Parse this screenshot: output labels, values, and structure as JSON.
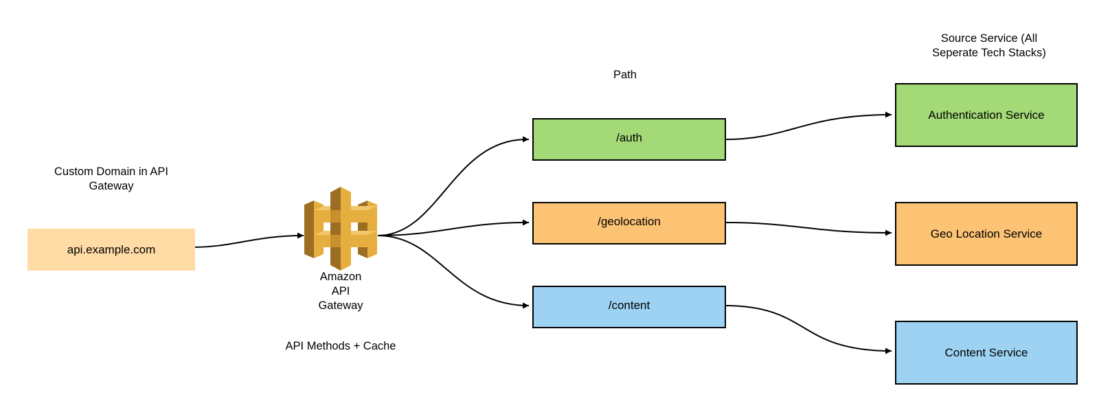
{
  "labels": {
    "custom_domain": "Custom Domain in API\nGateway",
    "gateway_name": "Amazon\nAPI\nGateway",
    "methods": "API Methods + Cache",
    "path_header": "Path",
    "source_header": "Source Service (All\nSeperate Tech Stacks)"
  },
  "domain_box": {
    "text": "api.example.com",
    "color": "#ffdba6"
  },
  "gateway_icon": {
    "name": "amazon-api-gateway-icon",
    "colors": {
      "light": "#e6ae3e",
      "dark": "#9c6d22"
    }
  },
  "paths": [
    {
      "text": "/auth",
      "color": "#a3d977"
    },
    {
      "text": "/geolocation",
      "color": "#fcc374"
    },
    {
      "text": "/content",
      "color": "#9dd2f2"
    }
  ],
  "services": [
    {
      "text": "Authentication Service",
      "color": "#a3d977"
    },
    {
      "text": "Geo Location Service",
      "color": "#fcc374"
    },
    {
      "text": "Content Service",
      "color": "#9dd2f2"
    }
  ],
  "edges": [
    {
      "from": "api.example.com",
      "to": "Amazon API Gateway"
    },
    {
      "from": "Amazon API Gateway",
      "to": "/auth"
    },
    {
      "from": "Amazon API Gateway",
      "to": "/geolocation"
    },
    {
      "from": "Amazon API Gateway",
      "to": "/content"
    },
    {
      "from": "/auth",
      "to": "Authentication Service"
    },
    {
      "from": "/geolocation",
      "to": "Geo Location Service"
    },
    {
      "from": "/content",
      "to": "Content Service"
    }
  ]
}
